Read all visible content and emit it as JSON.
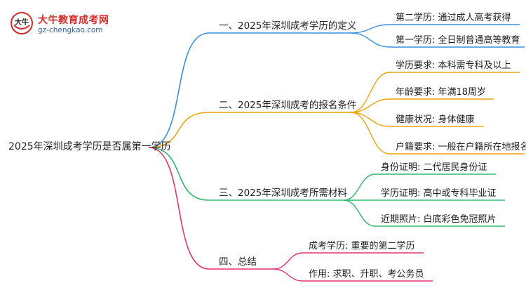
{
  "logo": {
    "name": "大牛教育成考网",
    "domain": "gz-chengkao.com",
    "badge_text": "大牛",
    "colors": {
      "name": "#d62b2b",
      "domain": "#2b5fa8"
    }
  },
  "root": {
    "label": "2025年深圳成考学历是否属第一学历"
  },
  "branches": [
    {
      "label": "一、2025年深圳成考学历的定义",
      "color": "#3a8fe0",
      "leaves": [
        "第二学历: 通过成人高考获得",
        "第一学历: 全日制普通高等教育"
      ]
    },
    {
      "label": "二、2025年深圳成考的报名条件",
      "color": "#f0a30a",
      "leaves": [
        "学历要求: 本科需专科及以上",
        "年龄要求: 年满18周岁",
        "健康状况: 身体健康",
        "户籍要求: 一般在户籍所在地报名"
      ]
    },
    {
      "label": "三、2025年深圳成考所需材料",
      "color": "#2cb86a",
      "leaves": [
        "身份证明: 二代居民身份证",
        "学历证明: 高中或专科毕业证",
        "近期照片: 白底彩色免冠照片"
      ]
    },
    {
      "label": "四、总结",
      "color": "#e8336e",
      "leaves": [
        "成考学历: 重要的第二学历",
        "作用: 求职、升职、考公务员"
      ]
    }
  ]
}
